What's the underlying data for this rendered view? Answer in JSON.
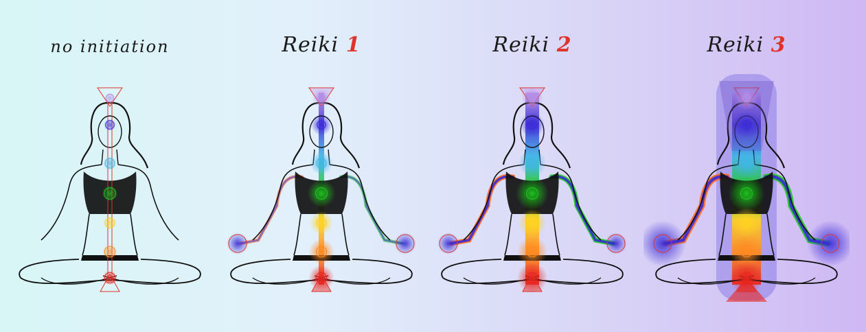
{
  "panels": [
    {
      "id": "no-initiation",
      "title_text": "no initiation",
      "title_num": "",
      "level": 0
    },
    {
      "id": "reiki-1",
      "title_text": "Reiki",
      "title_num": "1",
      "level": 1
    },
    {
      "id": "reiki-2",
      "title_text": "Reiki",
      "title_num": "2",
      "level": 2
    },
    {
      "id": "reiki-3",
      "title_text": "Reiki",
      "title_num": "3",
      "level": 3
    }
  ],
  "colors": {
    "chakra_crown": "#b58ee6",
    "chakra_third_eye": "#3a2bd6",
    "chakra_throat": "#3fb6e6",
    "chakra_heart": "#1ec81e",
    "chakra_solar": "#ffd21e",
    "chakra_sacral": "#ff8a1e",
    "chakra_root": "#e8251e",
    "channel_outline": "#e0332b",
    "title_accent": "#e0332b"
  }
}
